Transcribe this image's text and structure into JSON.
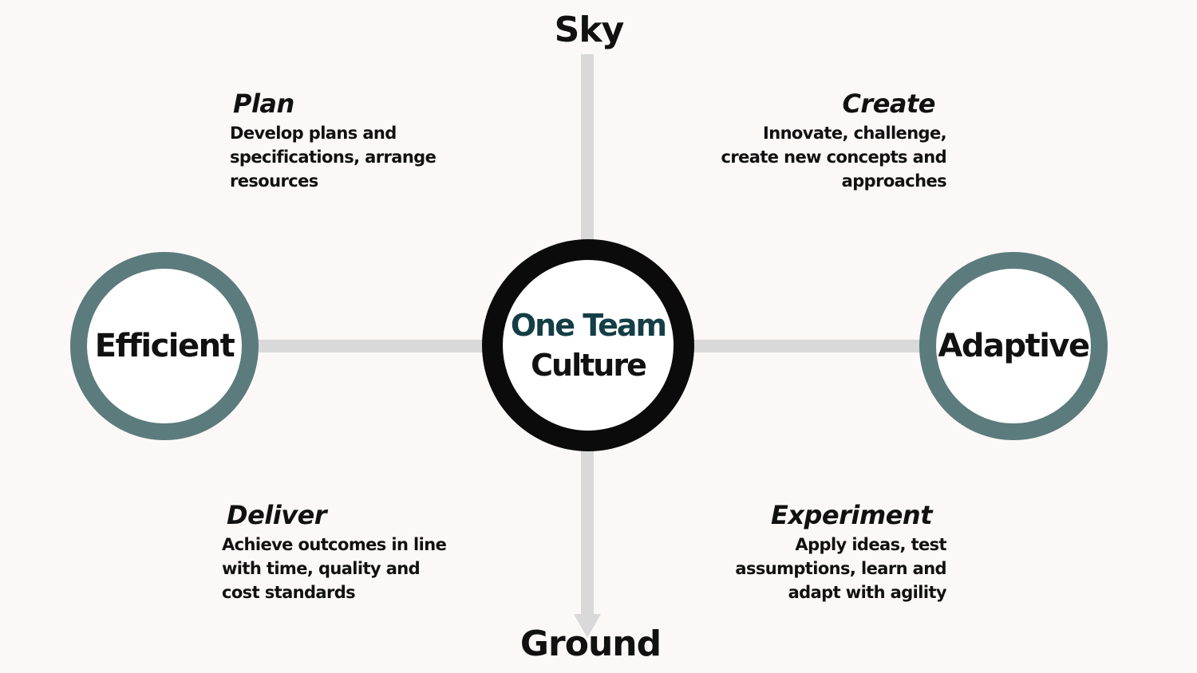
{
  "poles": {
    "top": "Sky",
    "bottom": "Ground"
  },
  "center": {
    "line1": "One Team",
    "line2": "Culture"
  },
  "left_node": "Efficient",
  "right_node": "Adaptive",
  "quadrants": {
    "top_left": {
      "title": "Plan",
      "body": "Develop plans and specifications, arrange resources"
    },
    "top_right": {
      "title": "Create",
      "body": "Innovate, challenge, create new concepts and approaches"
    },
    "bottom_left": {
      "title": "Deliver",
      "body": "Achieve outcomes in line with time, quality and cost standards"
    },
    "bottom_right": {
      "title": "Experiment",
      "body": "Apply ideas, test assumptions, learn and adapt with agility"
    }
  },
  "colors": {
    "background": "#fdf8f8",
    "axis": "#d9d9d9",
    "side_ring": "#5c7b7c",
    "center_ring": "#0b0b0b",
    "center_accent_text": "#143e45"
  }
}
